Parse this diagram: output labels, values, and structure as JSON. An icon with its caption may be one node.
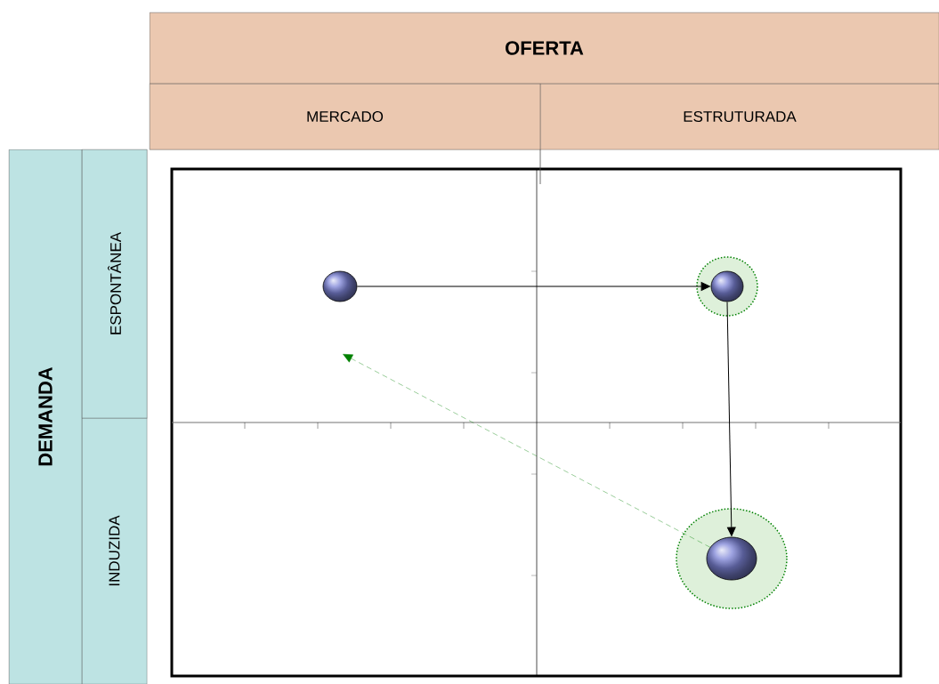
{
  "diagram": {
    "nodes": [
      {
        "text": [
          "OFERTA"
        ]
      },
      {
        "text": [
          "MERCADO"
        ]
      },
      {
        "text": [
          "ESTRUTURADA"
        ]
      },
      {
        "text": [
          "DEMANDA"
        ]
      },
      {
        "text": [
          "ESPONTÂNEA"
        ]
      },
      {
        "text": [
          "INDUZIDA"
        ]
      },
      {
        "text": [],
        "shape": "circle"
      },
      {
        "text": [],
        "shape": "circle"
      },
      {
        "text": [],
        "shape": "circle"
      }
    ],
    "edges": [
      {
        "from": 6,
        "to": 7,
        "arrow": "to"
      },
      {
        "from": 7,
        "to": 8,
        "arrow": "to"
      },
      {
        "from": 8,
        "to": null,
        "arrow": "to",
        "style": "dashed",
        "color": "#008000"
      }
    ]
  }
}
